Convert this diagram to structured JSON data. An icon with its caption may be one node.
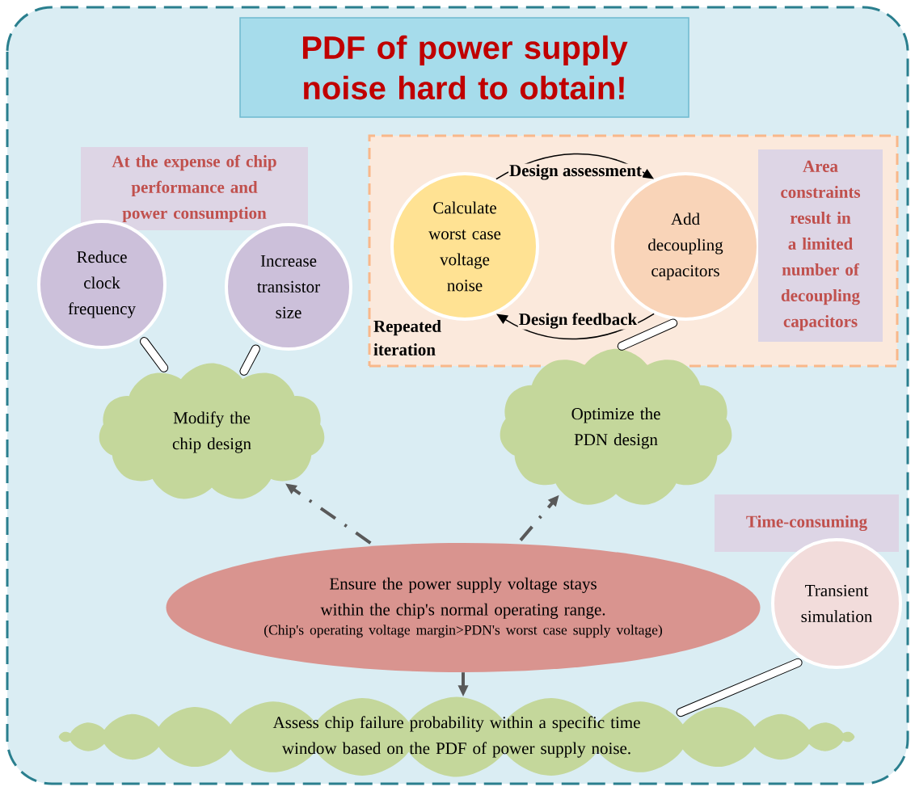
{
  "diagram": {
    "title": "PDF of power supply noise hard to obtain!",
    "nodes": [
      {
        "text": [
          "At the expense of chip performance and power consumption"
        ]
      },
      {
        "text": [
          "Reduce clock frequency"
        ]
      },
      {
        "text": [
          "Increase transistor size"
        ]
      },
      {
        "text": [],
        "shape": "box"
      },
      {
        "text": [
          "Calculate worst case voltage noise"
        ],
        "in": 3
      },
      {
        "text": [
          "Add decoupling capacitors"
        ],
        "in": 3
      },
      {
        "text": [
          "Area constraints result in a limited number of decoupling capacitors"
        ],
        "in": 3
      },
      {
        "text": [
          "Modify the chip design"
        ]
      },
      {
        "text": [
          "Optimize the PDN design"
        ]
      },
      {
        "text": [
          "Time-consuming"
        ]
      },
      {
        "text": [
          "Transient simulation"
        ]
      },
      {
        "text": [
          "Ensure the power supply voltage stays within the chip's normal operating range.",
          "(Chip's operating voltage margin>PDN's worst case supply voltage)"
        ]
      },
      {
        "text": [
          "Assess chip failure probability within a specific time window based on the PDF of power supply noise."
        ]
      }
    ],
    "edges": [
      {
        "from": 4,
        "to": 5,
        "arrow": "to",
        "label": "Design assessment"
      },
      {
        "from": 5,
        "to": 4,
        "arrow": "to",
        "label": "Design feedback"
      },
      {
        "from": 7,
        "to": 1,
        "arrow": "none",
        "style": "thick"
      },
      {
        "from": 7,
        "to": 2,
        "arrow": "none",
        "style": "thick"
      },
      {
        "from": 8,
        "to": 5,
        "arrow": "none",
        "style": "thick"
      },
      {
        "from": 12,
        "to": 10,
        "arrow": "none",
        "style": "thick"
      },
      {
        "from": 11,
        "to": 7,
        "arrow": "to",
        "style": "dashed",
        "color": "#595959"
      },
      {
        "from": 11,
        "to": 8,
        "arrow": "to",
        "style": "dashed",
        "color": "#595959"
      },
      {
        "from": 11,
        "to": 12,
        "arrow": "to",
        "color": "#595959"
      }
    ],
    "labels": [
      "Repeated iteration"
    ]
  }
}
